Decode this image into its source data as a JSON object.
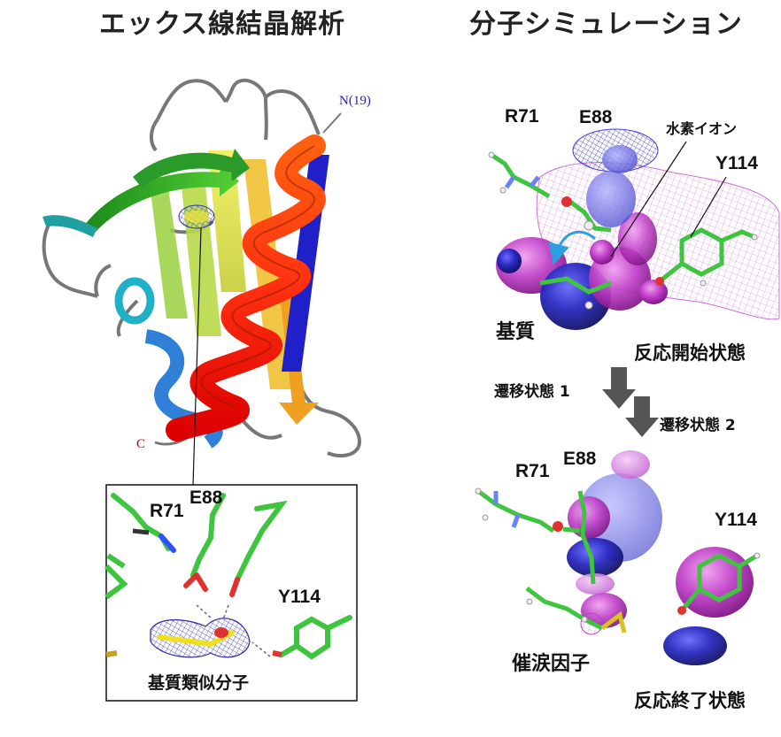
{
  "left_panel": {
    "title": "エックス線結晶解析",
    "n_terminus": "N(19)",
    "c_terminus": "C",
    "inset": {
      "residue_r71": "R71",
      "residue_e88": "E88",
      "residue_y114": "Y114",
      "caption": "基質類似分子"
    }
  },
  "right_panel": {
    "title": "分子シミュレーション",
    "top": {
      "residue_r71": "R71",
      "residue_e88": "E88",
      "residue_y114": "Y114",
      "hydrogen_ion_label": "水素イオン",
      "substrate_label": "基質",
      "state_label": "反応開始状態"
    },
    "transition_1": "遷移状態 1",
    "transition_2": "遷移状態 2",
    "bottom": {
      "residue_r71": "R71",
      "residue_e88": "E88",
      "residue_y114": "Y114",
      "cofactor_label": "催涙因子",
      "state_label": "反応終了状態"
    }
  },
  "colors": {
    "carbon": "#3ec43e",
    "oxygen": "#e03030",
    "nitrogen": "#3050ff",
    "magenta_orbital": "#c040c8",
    "blue_orbital": "#2020c0",
    "arrow": "#555555"
  }
}
